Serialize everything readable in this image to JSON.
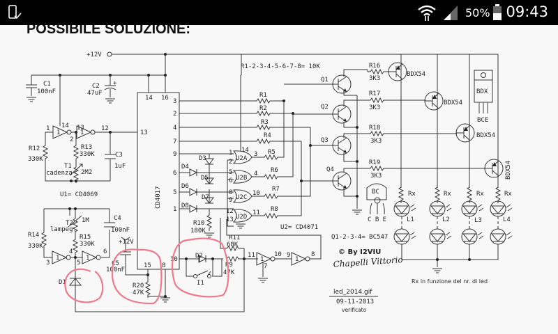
{
  "status_bar": {
    "left_icon": "phone-check-icon",
    "wifi_icon": "wifi-icon",
    "signal_icon": "signal-icon",
    "battery_percent": "50%",
    "battery_icon": "battery-icon",
    "time": "09:43"
  },
  "page": {
    "title": "POSSIBILE SOLUZIONE:"
  },
  "schematic": {
    "supply": "+12V",
    "supply2": "+12V",
    "c1": "C1",
    "c1_val": "100nF",
    "c2": "C2",
    "c2_val": "47uF",
    "c3": "C3",
    "c3_val": "1uF",
    "c4": "C4",
    "c4_val": "100nF",
    "c5": "C5",
    "c5_val": "100nF",
    "r12": "R12",
    "r12_val": "330K",
    "r13": "R13",
    "r13_val": "330K",
    "r14": "R14",
    "r14_val": "330K",
    "r15": "R15",
    "r15_val": "330K",
    "r20": "R20",
    "r20_val": "47K",
    "r10": "R10",
    "r10_val": "180K",
    "r11": "R11",
    "r11_val": "68K",
    "r9": "R9",
    "r9_val": "47K",
    "t1": "T1",
    "t1_name": "cadenza",
    "t1_val": "2M2",
    "t2": "T2",
    "t2_name": "lampeg.",
    "t2_val": "1M",
    "u1": "U1= CD4069",
    "u2": "U2= CD4071",
    "ic_4017": "CD4017",
    "d1": "D1",
    "d2": "D2",
    "d3": "D3",
    "d4": "D4",
    "d5": "D5",
    "d6": "D6",
    "d7": "D7",
    "d8": "D8",
    "i1": "I1",
    "resistor_note": "R1-2-3-4-5-6-7-8= 10K",
    "r_labels": [
      "R1",
      "R2",
      "R3",
      "R4",
      "R5",
      "R6",
      "R7",
      "R8"
    ],
    "gates": [
      "U2A",
      "U2B",
      "U2C",
      "U2D"
    ],
    "pins_4017_right": [
      "3",
      "2",
      "4",
      "7",
      "9",
      "6",
      "5",
      "1",
      "10"
    ],
    "pins_4017_top": [
      "14",
      "16"
    ],
    "pins_4017_bottom": [
      "15",
      "8"
    ],
    "pin_13": "13",
    "q": [
      "Q1",
      "Q2",
      "Q3",
      "Q4"
    ],
    "rq": [
      {
        "label": "R16",
        "value": "3K3"
      },
      {
        "label": "R17",
        "value": "3K3"
      },
      {
        "label": "R18",
        "value": "3K3"
      },
      {
        "label": "R19",
        "value": "3K3"
      }
    ],
    "power": [
      "BDX54",
      "BDX54",
      "BDX54",
      "BDX54"
    ],
    "package_label": "BDX",
    "package_pins": "BCE",
    "bc_label": "BC",
    "bc_pins": "C B E",
    "rx": [
      "Rx",
      "Rx",
      "Rx",
      "Rx"
    ],
    "leds": [
      "L1",
      "L2",
      "L3",
      "L4"
    ],
    "q_note": "Q1-2-3-4= BC547",
    "rx_note": "Rx in funzione del nr. di led",
    "author": "© By I2VIU",
    "signature": "Chapelli Vittorio",
    "filename": "led_2014.gif",
    "date": "09-11-2013",
    "verified": "verificato"
  }
}
